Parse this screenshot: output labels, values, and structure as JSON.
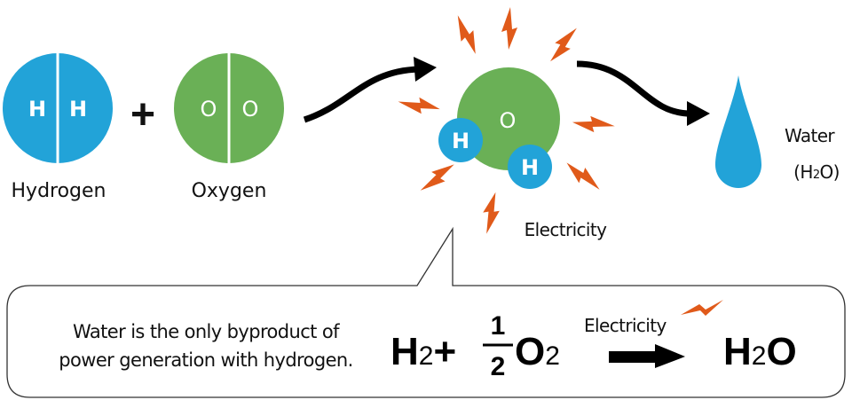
{
  "colors": {
    "hydrogen": "#22a3d8",
    "oxygen": "#6ab056",
    "spark": "#e05a1a"
  },
  "hydrogen": {
    "atoms": [
      "H",
      "H"
    ],
    "label": "Hydrogen"
  },
  "plus": "+",
  "oxygen": {
    "atoms": [
      "O",
      "O"
    ],
    "label": "Oxygen"
  },
  "reaction": {
    "center": "O",
    "h1": "H",
    "h2": "H",
    "label": "Electricity"
  },
  "water": {
    "label": "Water",
    "formula_open": "(H",
    "formula_sub": "2",
    "formula_close": "O)"
  },
  "callout": {
    "line1": "Water is the only byproduct of",
    "line2": "power generation with hydrogen.",
    "equation": {
      "h": "H",
      "h_sub": "2",
      "plus": "+",
      "num": "1",
      "den": "2",
      "o": "O",
      "o_sub": "2",
      "arrow_label": "Electricity",
      "p_h": "H",
      "p_sub": "2",
      "p_o": "O"
    }
  }
}
